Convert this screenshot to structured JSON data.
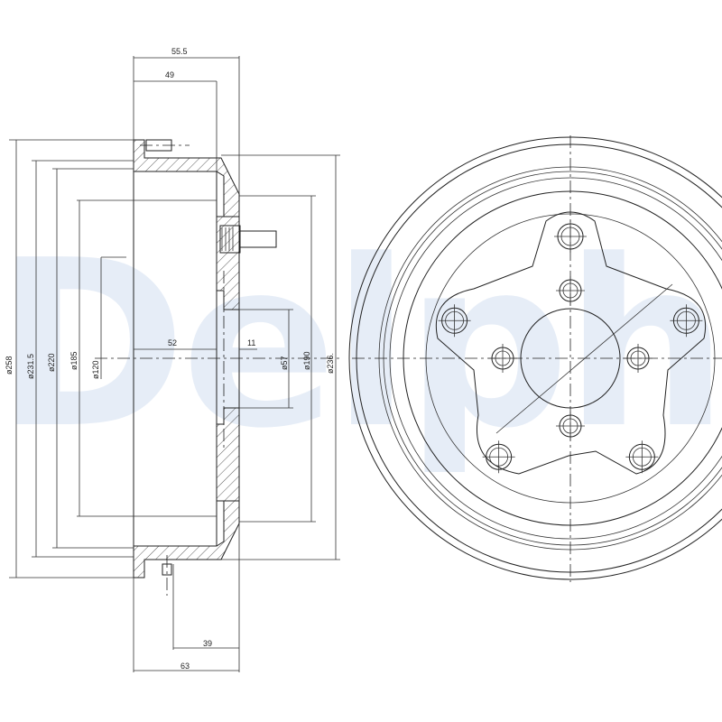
{
  "watermark": "Delphi",
  "dimensions": {
    "width_overall": "55.5",
    "width_inner": "49",
    "dia_258": "ø258",
    "dia_231_5": "ø231.5",
    "dia_220": "ø220",
    "dia_185": "ø185",
    "dia_120": "ø120",
    "depth_52": "52",
    "thickness_11": "11",
    "dia_57": "ø57",
    "dia_190": "ø190",
    "dia_236": "ø236.",
    "offset_39": "39",
    "height_63": "63"
  },
  "colors": {
    "line": "#222222",
    "watermark": "#e6edf7"
  }
}
